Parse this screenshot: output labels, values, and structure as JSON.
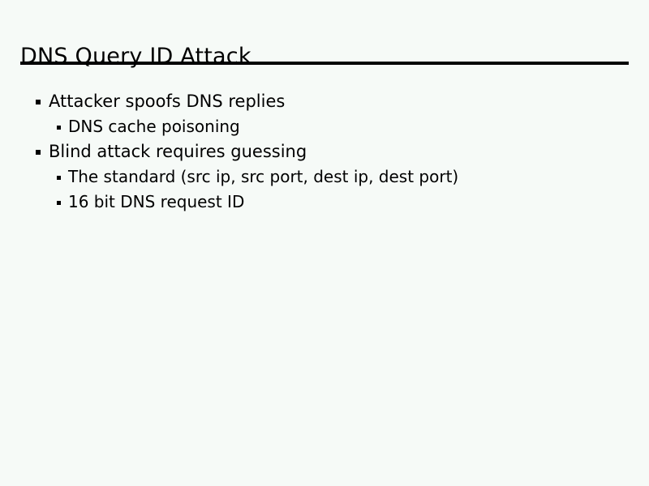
{
  "slide": {
    "title": "DNS Query ID Attack",
    "background_color": "#f6faf7",
    "text_color": "#000000",
    "rule_color": "#000000",
    "bullets": [
      {
        "level": 1,
        "marker": "square-bullet",
        "text": "Attacker spoofs DNS replies"
      },
      {
        "level": 2,
        "marker": "square-bullet",
        "text": "DNS cache poisoning"
      },
      {
        "level": 1,
        "marker": "square-bullet",
        "text": "Blind attack requires guessing"
      },
      {
        "level": 2,
        "marker": "square-bullet",
        "text": "The standard (src ip, src port, dest ip, dest port)"
      },
      {
        "level": 2,
        "marker": "square-bullet",
        "text": "16 bit DNS request ID"
      }
    ]
  }
}
